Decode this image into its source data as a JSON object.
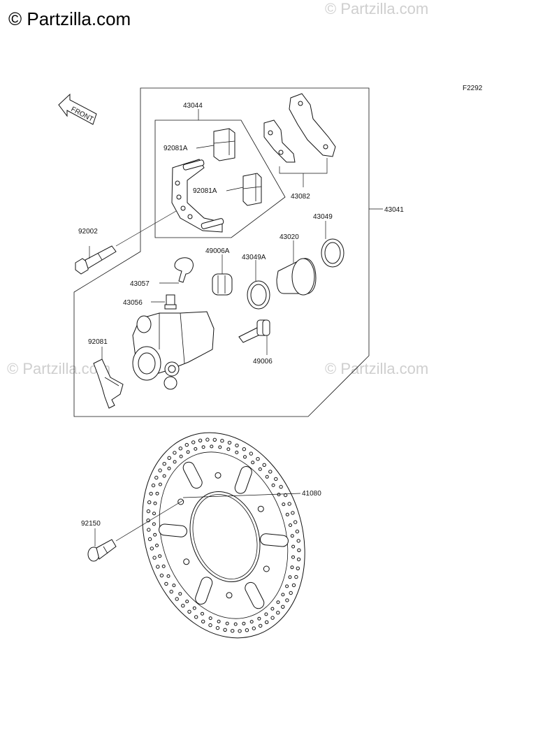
{
  "watermark": {
    "main": "© Partzilla.com",
    "faint": "© Partzilla.com"
  },
  "figure_code": "F2292",
  "front_arrow_label": "FRONT",
  "parts": {
    "p43044": "43044",
    "p92081A_top": "92081A",
    "p92081A_mid": "92081A",
    "p43082": "43082",
    "p43041": "43041",
    "p92002": "92002",
    "p49006A": "49006A",
    "p43049A": "43049A",
    "p43020": "43020",
    "p43049": "43049",
    "p43057": "43057",
    "p43056": "43056",
    "p92081": "92081",
    "p49006": "49006",
    "p41080": "41080",
    "p92150": "92150"
  }
}
